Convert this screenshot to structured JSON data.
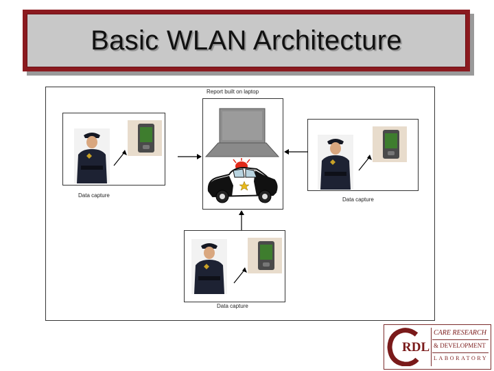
{
  "title": "Basic WLAN Architecture",
  "diagram": {
    "center_label": "Report built on laptop",
    "left_label": "Data capture",
    "right_label": "Data capture",
    "bottom_label": "Data capture"
  },
  "logo": {
    "line1": "CARE RESEARCH",
    "line2": "& DEVELOPMENT",
    "line3": "LABORATORY",
    "mark": "RDL"
  },
  "colors": {
    "frame": "#8b1a1f",
    "title_bg": "#c8c8c8",
    "officer_uniform": "#1d2233",
    "pda_screen": "#3e7d2e",
    "logo": "#7a1a1a"
  },
  "icons": [
    "officer-photo",
    "pda-icon",
    "laptop-icon",
    "police-car-icon",
    "arrow-icon"
  ]
}
